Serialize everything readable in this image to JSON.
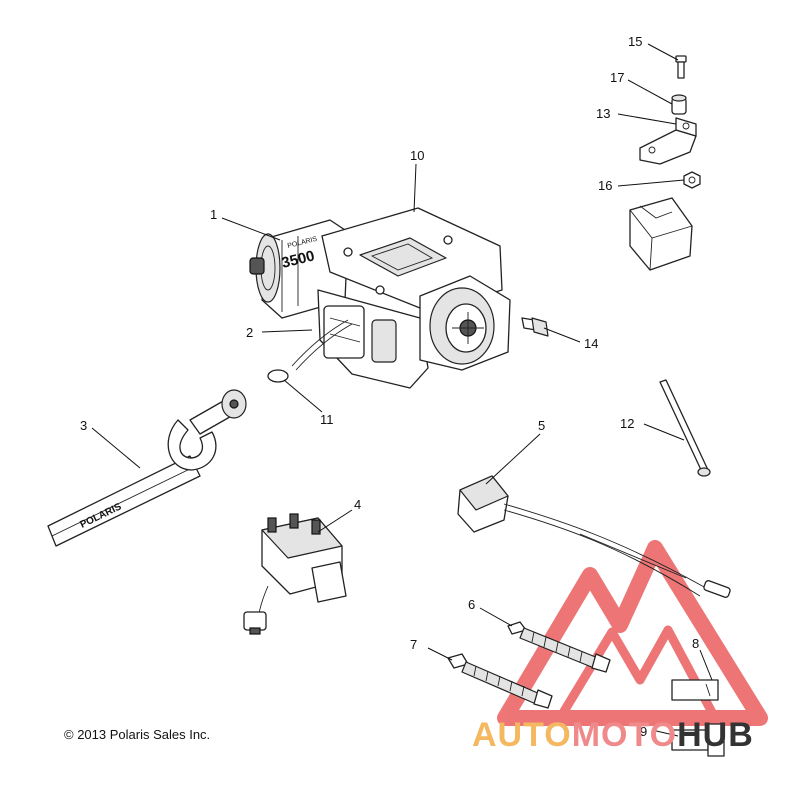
{
  "diagram": {
    "callouts": [
      {
        "id": "1",
        "label": "1"
      },
      {
        "id": "2",
        "label": "2"
      },
      {
        "id": "3",
        "label": "3"
      },
      {
        "id": "4",
        "label": "4"
      },
      {
        "id": "5",
        "label": "5"
      },
      {
        "id": "6",
        "label": "6"
      },
      {
        "id": "7",
        "label": "7"
      },
      {
        "id": "8",
        "label": "8"
      },
      {
        "id": "9",
        "label": "9"
      },
      {
        "id": "10",
        "label": "10"
      },
      {
        "id": "11",
        "label": "11"
      },
      {
        "id": "12",
        "label": "12"
      },
      {
        "id": "13",
        "label": "13"
      },
      {
        "id": "14",
        "label": "14"
      },
      {
        "id": "15",
        "label": "15"
      },
      {
        "id": "16",
        "label": "16"
      },
      {
        "id": "17",
        "label": "17"
      }
    ],
    "part_markings": {
      "strap_brand": "POLARIS",
      "winch_brand": "POLARIS",
      "winch_model": "3500"
    }
  },
  "footer": {
    "copyright": "© 2013 Polaris Sales Inc."
  },
  "watermark": {
    "part_a": "AUTO",
    "part_b": "MOTO",
    "part_c": "HUB",
    "colors": {
      "auto": "#f4b860",
      "moto": "#f08a8a",
      "hub": "#333333",
      "triangle": "#e84848"
    }
  }
}
